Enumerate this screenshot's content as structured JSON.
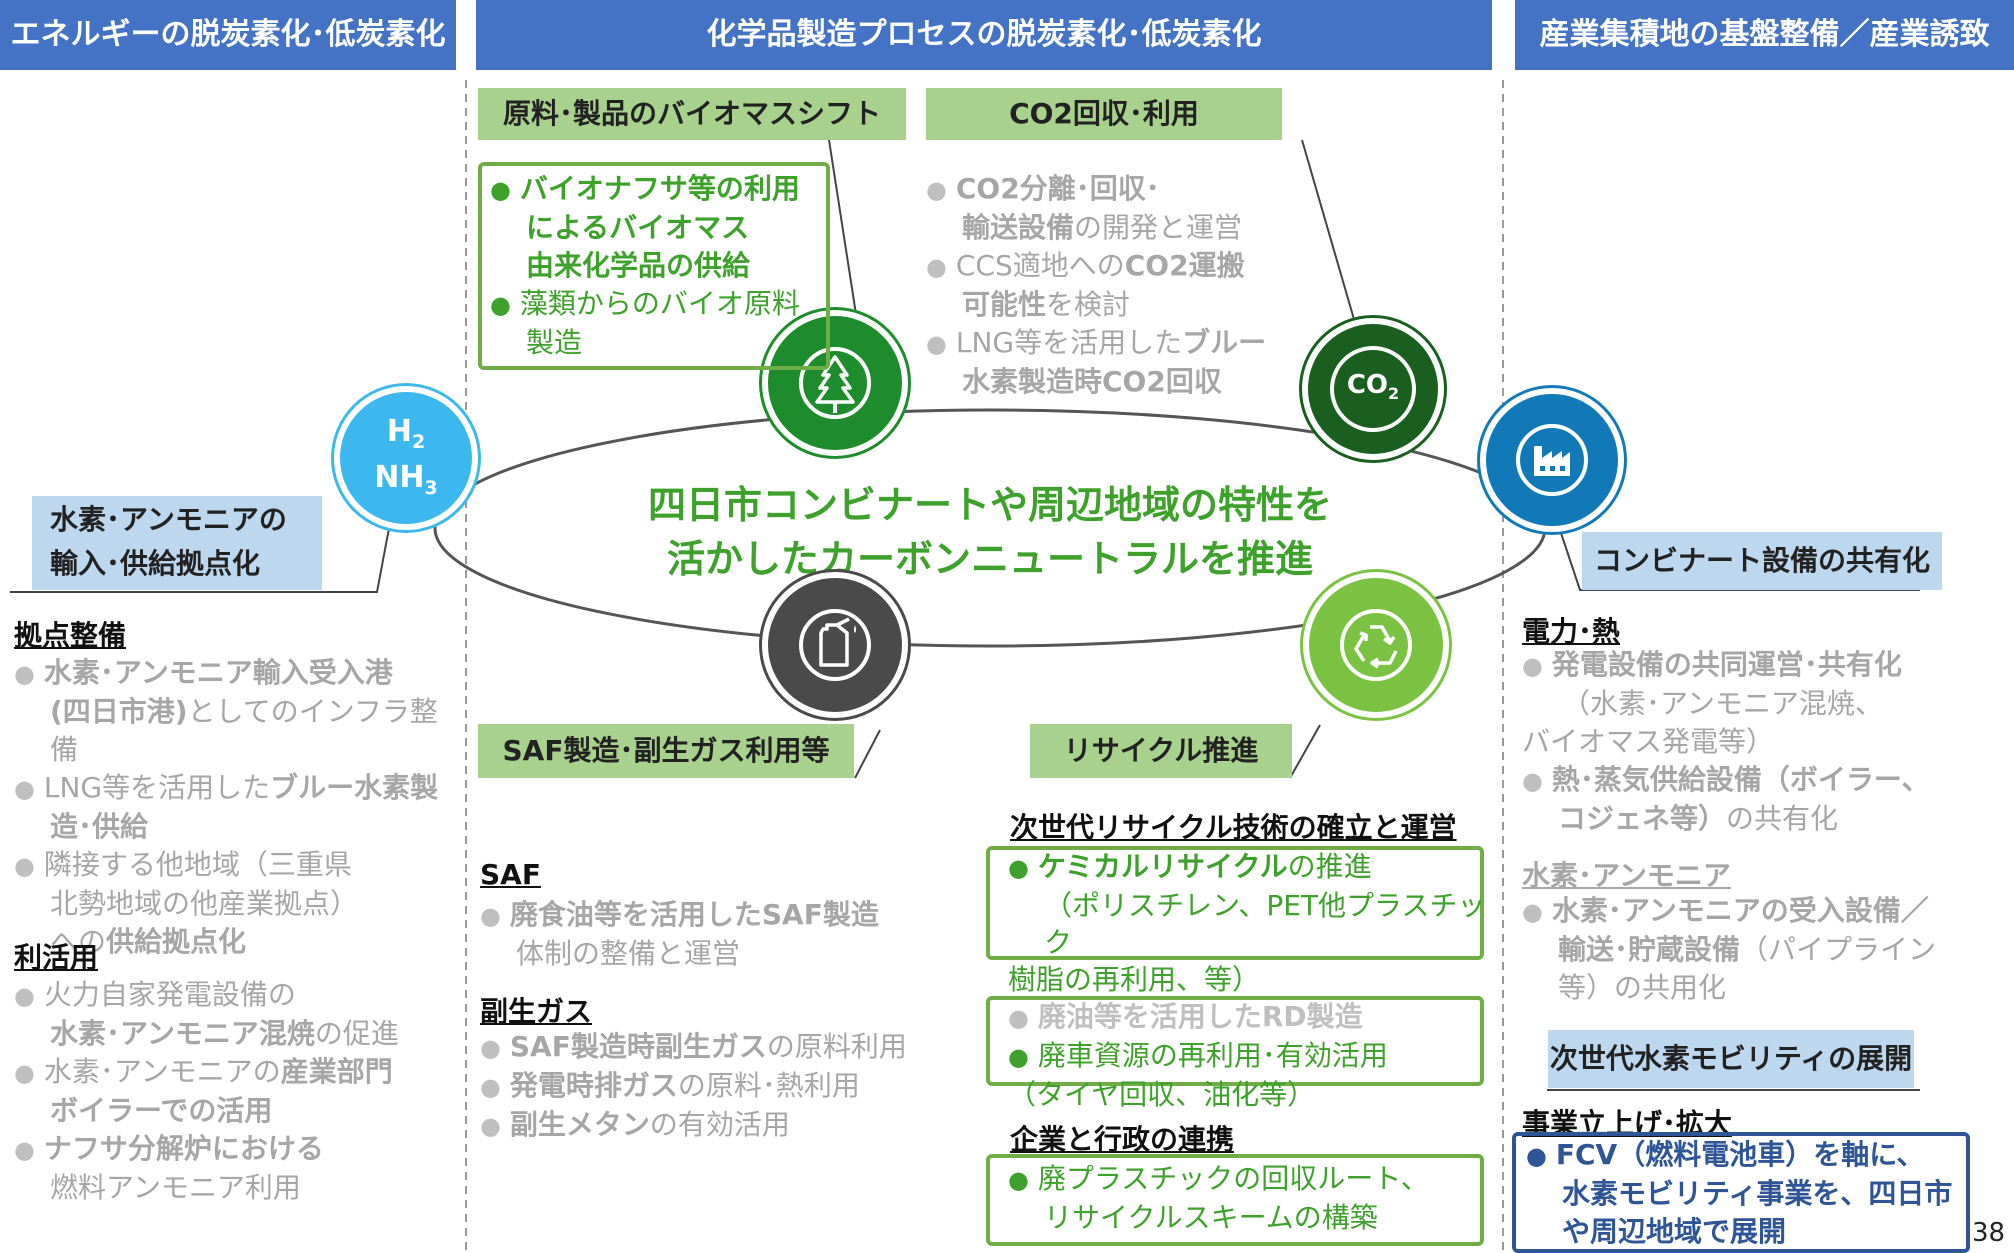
{
  "headers": {
    "left": "エネルギーの脱炭素化･低炭素化",
    "center": "化学品製造プロセスの脱炭素化･低炭素化",
    "right": "産業集積地の基盤整備／産業誘致"
  },
  "center_title": {
    "line1": "四日市コンビナートや周辺地域の特性を",
    "line2": "活かしたカーボンニュートラルを推進"
  },
  "icons": {
    "h2_line1": "H",
    "h2_sub": "2",
    "nh3_line2": "NH",
    "nh3_sub": "3",
    "co2_main": "CO",
    "co2_sub": "2"
  },
  "colors": {
    "header_blue": "#4472c4",
    "green_label": "#a9d18e",
    "green_text": "#3ea12b",
    "light_blue_label": "#bdd7ee",
    "dark_blue": "#2f5597"
  },
  "biomass": {
    "label": "原料･製品のバイオマスシフト",
    "i1_line1": "バイオナフサ等の利用",
    "i1_line2": "によるバイオマス",
    "i1_line3": "由来化学品の供給",
    "i2_line1": "藻類からのバイオ原料",
    "i2_line2": "製造"
  },
  "co2": {
    "label": "CO2回収･利用",
    "i1_b1": "CO2分離･回収･",
    "i1_b2": "輸送設備",
    "i1_t2": "の開発と運営",
    "i2_t1": "CCS適地への",
    "i2_b1": "CO2運搬",
    "i2_b2": "可能性",
    "i2_t2": "を検討",
    "i3_t1": "LNG等を活用した",
    "i3_b1": "ブルー",
    "i3_b2": "水素製造時CO2回収"
  },
  "left": {
    "label_line1": "水素･アンモニアの",
    "label_line2": "輸入･供給拠点化",
    "sec1_head": "拠点整備",
    "s1_i1_b1": "水素･アンモニア輸入受入港",
    "s1_i1_b2": "(四日市港)",
    "s1_i1_t2": "としてのインフラ整備",
    "s1_i2_t1": "LNG等を活用した",
    "s1_i2_b1": "ブルー水素製",
    "s1_i2_b2": "造･供給",
    "s1_i3_t1": "隣接する他地域（三重県",
    "s1_i3_t2": "北勢地域の他産業拠点）",
    "s1_i3_t3": "への",
    "s1_i3_b3": "供給拠点化",
    "sec2_head": "利活用",
    "s2_i1_t1": "火力自家発電設備の",
    "s2_i1_b2": "水素･アンモニア混焼",
    "s2_i1_t2": "の促進",
    "s2_i2_t1": "水素･アンモニアの",
    "s2_i2_b1": "産業部門",
    "s2_i2_b2": "ボイラーでの活用",
    "s2_i3_b1": "ナフサ分解炉における",
    "s2_i3_t2": "燃料アンモニア利用"
  },
  "saf": {
    "label": "SAF製造･副生ガス利用等",
    "sec1_head": "SAF",
    "s1_i1_b1": "廃食油等を活用したSAF製造",
    "s1_i1_t2": "体制の整備と運営",
    "sec2_head": "副生ガス",
    "s2_i1_b1": "SAF製造時副生ガス",
    "s2_i1_t1": "の原料利用",
    "s2_i2_b1": "発電時排ガス",
    "s2_i2_t1": "の原料･熱利用",
    "s2_i3_b1": "副生メタン",
    "s2_i3_t1": "の有効活用"
  },
  "recycle": {
    "label": "リサイクル推進",
    "sec1_head": "次世代リサイクル技術の確立と運営",
    "i1_b1": "ケミカルリサイクル",
    "i1_t1": "の推進",
    "i1_t2": "（ポリスチレン、PET他プラスチック",
    "i1_t3": "樹脂の再利用、等）",
    "i2_b1": "廃油等を活用したRD製造",
    "i3_t1": "廃車資源の再利用･有効活用",
    "i3_t2": "（タイヤ回収、油化等）",
    "sec2_head": "企業と行政の連携",
    "i4_t1": "廃プラスチックの回収ルート、",
    "i4_t2": "リサイクルスキームの構築"
  },
  "right": {
    "label1": "コンビナート設備の共有化",
    "sec1_head": "電力･熱",
    "s1_i1_b1": "発電設備の共同運営･共有化",
    "s1_i1_t2": "（水素･アンモニア混焼、",
    "s1_i1_t3": "バイオマス発電等）",
    "s1_i2_b1": "熱･蒸気供給設備（ボイラー、",
    "s1_i2_b2": "コジェネ等）",
    "s1_i2_t2": "の共有化",
    "sec2_head": "水素･アンモニア",
    "s2_i1_b1": "水素･アンモニアの受入設備／",
    "s2_i1_b2": "輸送･貯蔵設備",
    "s2_i1_t2": "（パイプライン",
    "s2_i1_t3": "等）の共用化",
    "label2": "次世代水素モビリティの展開",
    "sec3_head": "事業立上げ･拡大",
    "s3_l1": "FCV（燃料電池車）を軸に、",
    "s3_l2": "水素モビリティ事業を、四日市",
    "s3_l3": "や周辺地域で展開"
  },
  "page_number": "38"
}
